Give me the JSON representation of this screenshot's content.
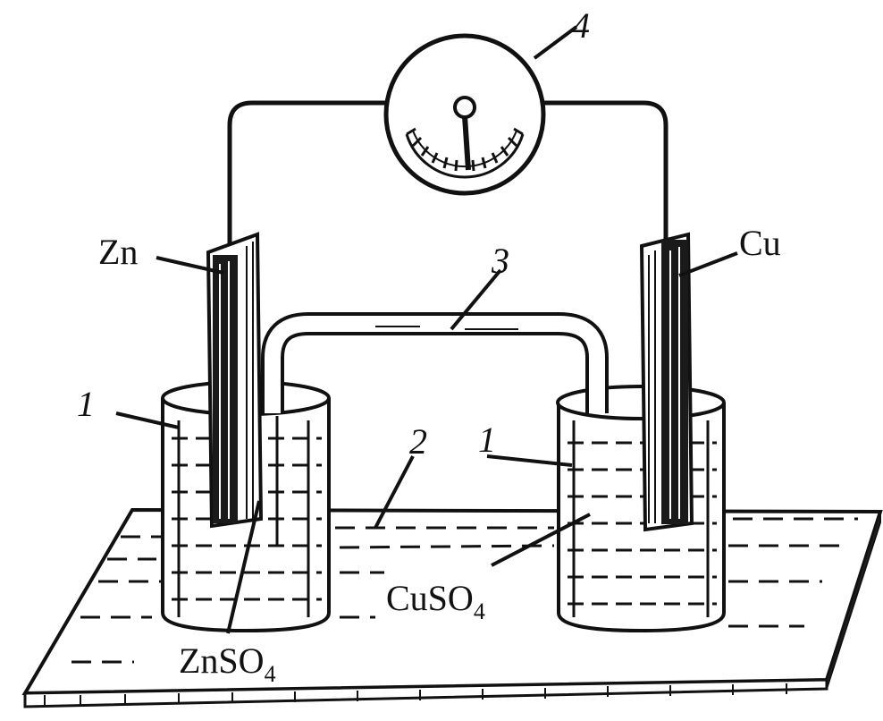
{
  "labels": {
    "zn": "Zn",
    "cu": "Cu",
    "znso4_main": "ZnSO",
    "znso4_sub": "4",
    "cuso4_main": "CuSO",
    "cuso4_sub": "4",
    "n1_left": "1",
    "n1_right": "1",
    "n2": "2",
    "n3": "3",
    "n4": "4"
  },
  "colors": {
    "ink": "#111111",
    "paper": "#ffffff"
  }
}
